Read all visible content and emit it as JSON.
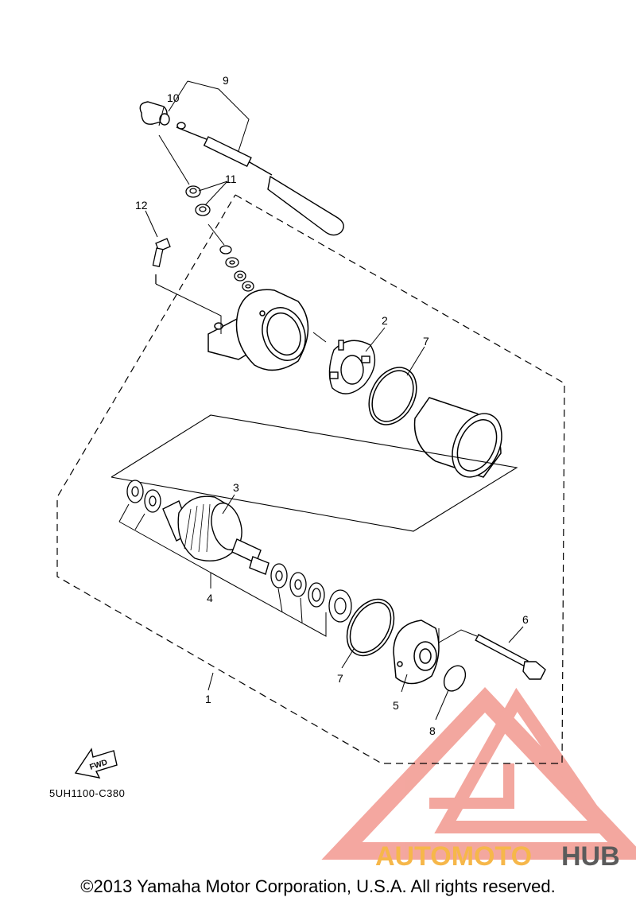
{
  "callouts": {
    "c1": "1",
    "c2": "2",
    "c3": "3",
    "c4": "4",
    "c5": "5",
    "c6": "6",
    "c7a": "7",
    "c7b": "7",
    "c8": "8",
    "c9": "9",
    "c10": "10",
    "c11": "11",
    "c12": "12"
  },
  "fwd_label": "FWD",
  "diagram_code": "5UH1100-C380",
  "watermark": {
    "part1": "AUTOMOTO",
    "part2": "HUB",
    "color_primary": "#f08a80",
    "color_accent": "#f6b74a",
    "color_dark": "#5b5b5b"
  },
  "copyright": "©2013 Yamaha Motor Corporation, U.S.A. All rights reserved."
}
